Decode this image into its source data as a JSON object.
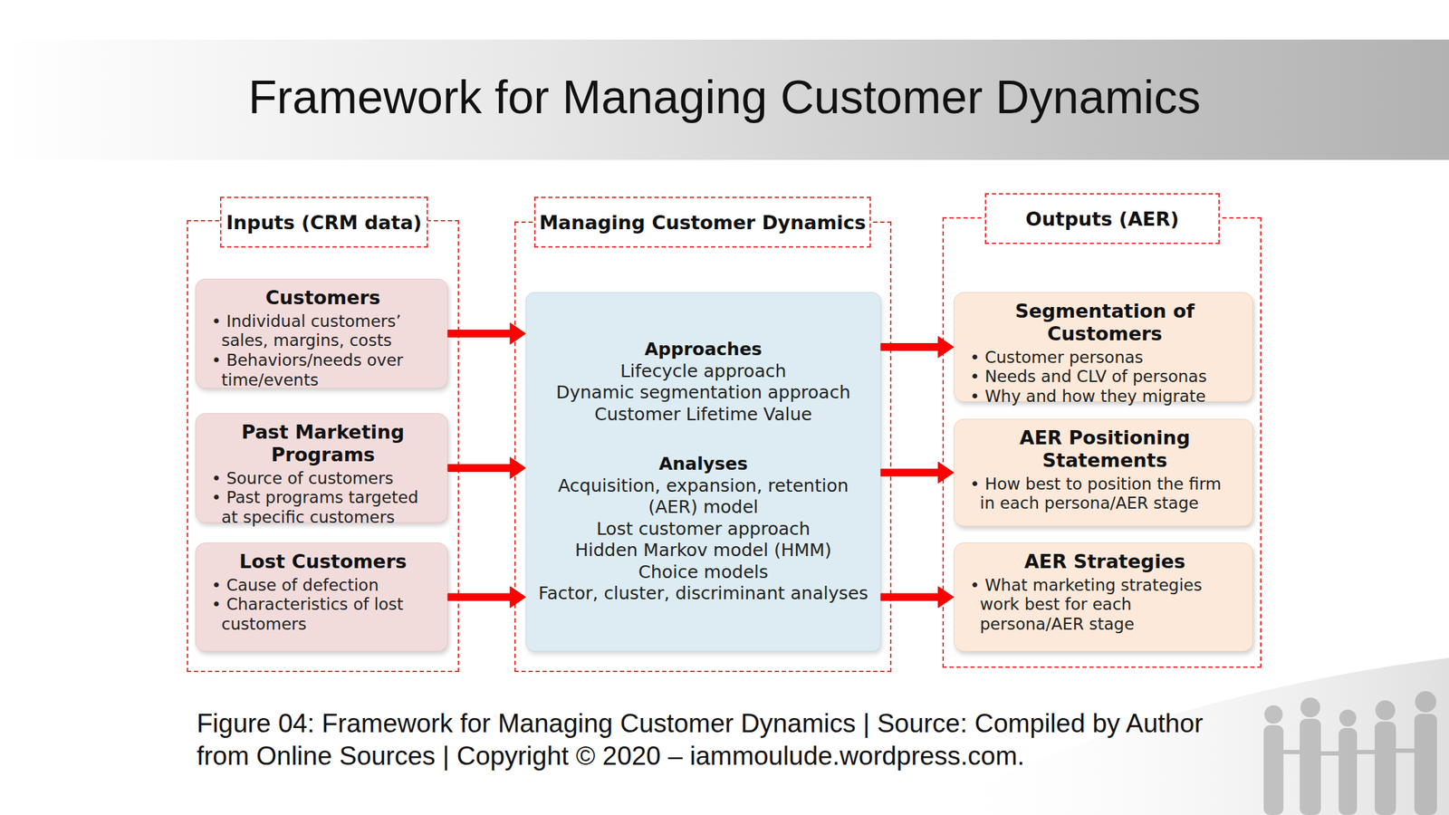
{
  "diagram": {
    "title": "Framework for Managing Customer Dynamics",
    "caption": "Figure 04: Framework for Managing Customer Dynamics | Source: Compiled by Author from Online Sources | Copyright © 2020 – iammoulude.wordpress.com.",
    "nodes": [
      {
        "text": [
          "Inputs (CRM data)"
        ]
      },
      {
        "text": [
          "Customers",
          "• Individual customers’ sales, margins, costs",
          "• Behaviors/needs over time/events"
        ],
        "in": 0
      },
      {
        "text": [
          "Past Marketing Programs",
          "• Source of customers",
          "• Past programs targeted at specific customers"
        ],
        "in": 0
      },
      {
        "text": [
          "Lost Customers",
          "• Cause of defection",
          "• Characteristics of lost customers"
        ],
        "in": 0
      },
      {
        "text": [
          "Managing Customer Dynamics"
        ]
      },
      {
        "text": [
          "Approaches",
          "Lifecycle approach",
          "Dynamic segmentation approach",
          "Customer Lifetime Value",
          "Analyses",
          "Acquisition, expansion, retention (AER) model",
          "Lost customer approach",
          "Hidden Markov model (HMM)",
          "Choice models",
          "Factor, cluster, discriminant analyses"
        ],
        "in": 4
      },
      {
        "text": [
          "Outputs (AER)"
        ]
      },
      {
        "text": [
          "Segmentation of Customers",
          "• Customer personas",
          "• Needs and CLV of personas",
          "• Why and how they migrate"
        ],
        "in": 6
      },
      {
        "text": [
          "AER Positioning Statements",
          "• How best to position the firm in each persona/AER stage"
        ],
        "in": 6
      },
      {
        "text": [
          "AER Strategies",
          "• What marketing strategies work best for each persona/AER stage"
        ],
        "in": 6
      }
    ],
    "edges": [
      {
        "from": 1,
        "to": 5,
        "arrow": "to"
      },
      {
        "from": 2,
        "to": 5,
        "arrow": "to"
      },
      {
        "from": 3,
        "to": 5,
        "arrow": "to"
      },
      {
        "from": 5,
        "to": 7,
        "arrow": "to"
      },
      {
        "from": 5,
        "to": 8,
        "arrow": "to"
      },
      {
        "from": 5,
        "to": 9,
        "arrow": "to"
      }
    ]
  }
}
